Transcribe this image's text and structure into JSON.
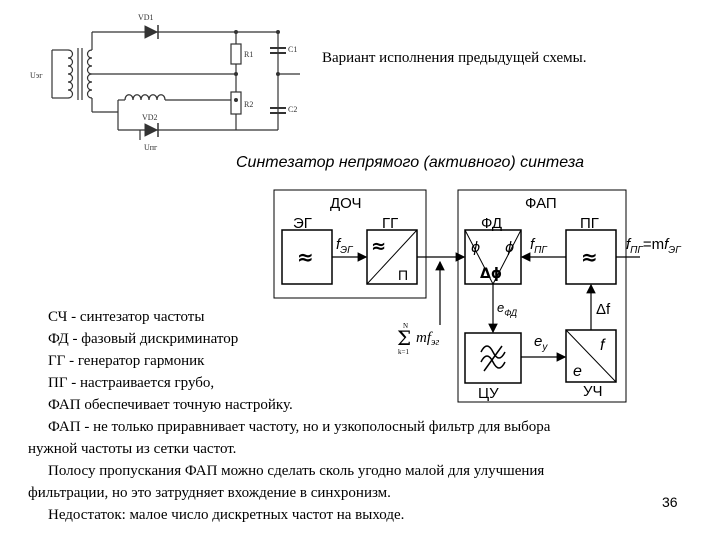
{
  "circuit": {
    "vd1": "VD1",
    "vd2": "VD2",
    "r1": "R1",
    "r2": "R2",
    "c1": "C1",
    "c2": "C2",
    "u_eg": "Uэг",
    "u_pg": "Uпг"
  },
  "caption": "Вариант исполнения предыдущей схемы.",
  "subtitle": "Синтезатор непрямого (активного) синтеза",
  "diagram": {
    "doch": "ДОЧ",
    "fap": "ФАП",
    "eg": "ЭГ",
    "gg": "ГГ",
    "fd": "ФД",
    "pg": "ПГ",
    "tsu": "ЦУ",
    "uch": "УЧ",
    "approx": "≈",
    "p_letter": "П",
    "phi": "ϕ",
    "delta_phi": "Δϕ",
    "f_eg_sym": "f",
    "f_eg_sub": "ЭГ",
    "f_pg_sym": "f",
    "f_pg_sub": "ПГ",
    "f_out_sym": "f",
    "f_out_sub": "ПГ",
    "f_out_eq": "=m",
    "f_out_sym2": "f",
    "f_out_sub2": "ЭГ",
    "e_fd_sym": "e",
    "e_fd_sub": "ФД",
    "e_u_sym": "e",
    "e_u_sub": "у",
    "delta_f": "Δf",
    "uch_f": "f",
    "uch_e": "e",
    "sum_top": "N",
    "sum_bottom": "k=1",
    "sum_term": "mf",
    "sum_sub": "эг"
  },
  "definitions": [
    "СЧ - синтезатор частоты",
    "ФД - фазовый дискриминатор",
    "ГГ - генератор гармоник",
    "ПГ - настраивается грубо,",
    "ФАП обеспечивает точную настройку."
  ],
  "paragraphs": [
    {
      "first": "ФАП - не только приравнивает частоту, но и узкополосный фильтр для выбора",
      "rest": "нужной частоты из сетки частот."
    },
    {
      "first": "Полосу пропускания ФАП можно сделать сколь угодно малой для улучшения",
      "rest": "фильтрации, но это затрудняет вхождение в синхронизм."
    },
    {
      "first": "Недостаток: малое число дискретных частот на выходе.",
      "rest": ""
    }
  ],
  "page_number": "36"
}
